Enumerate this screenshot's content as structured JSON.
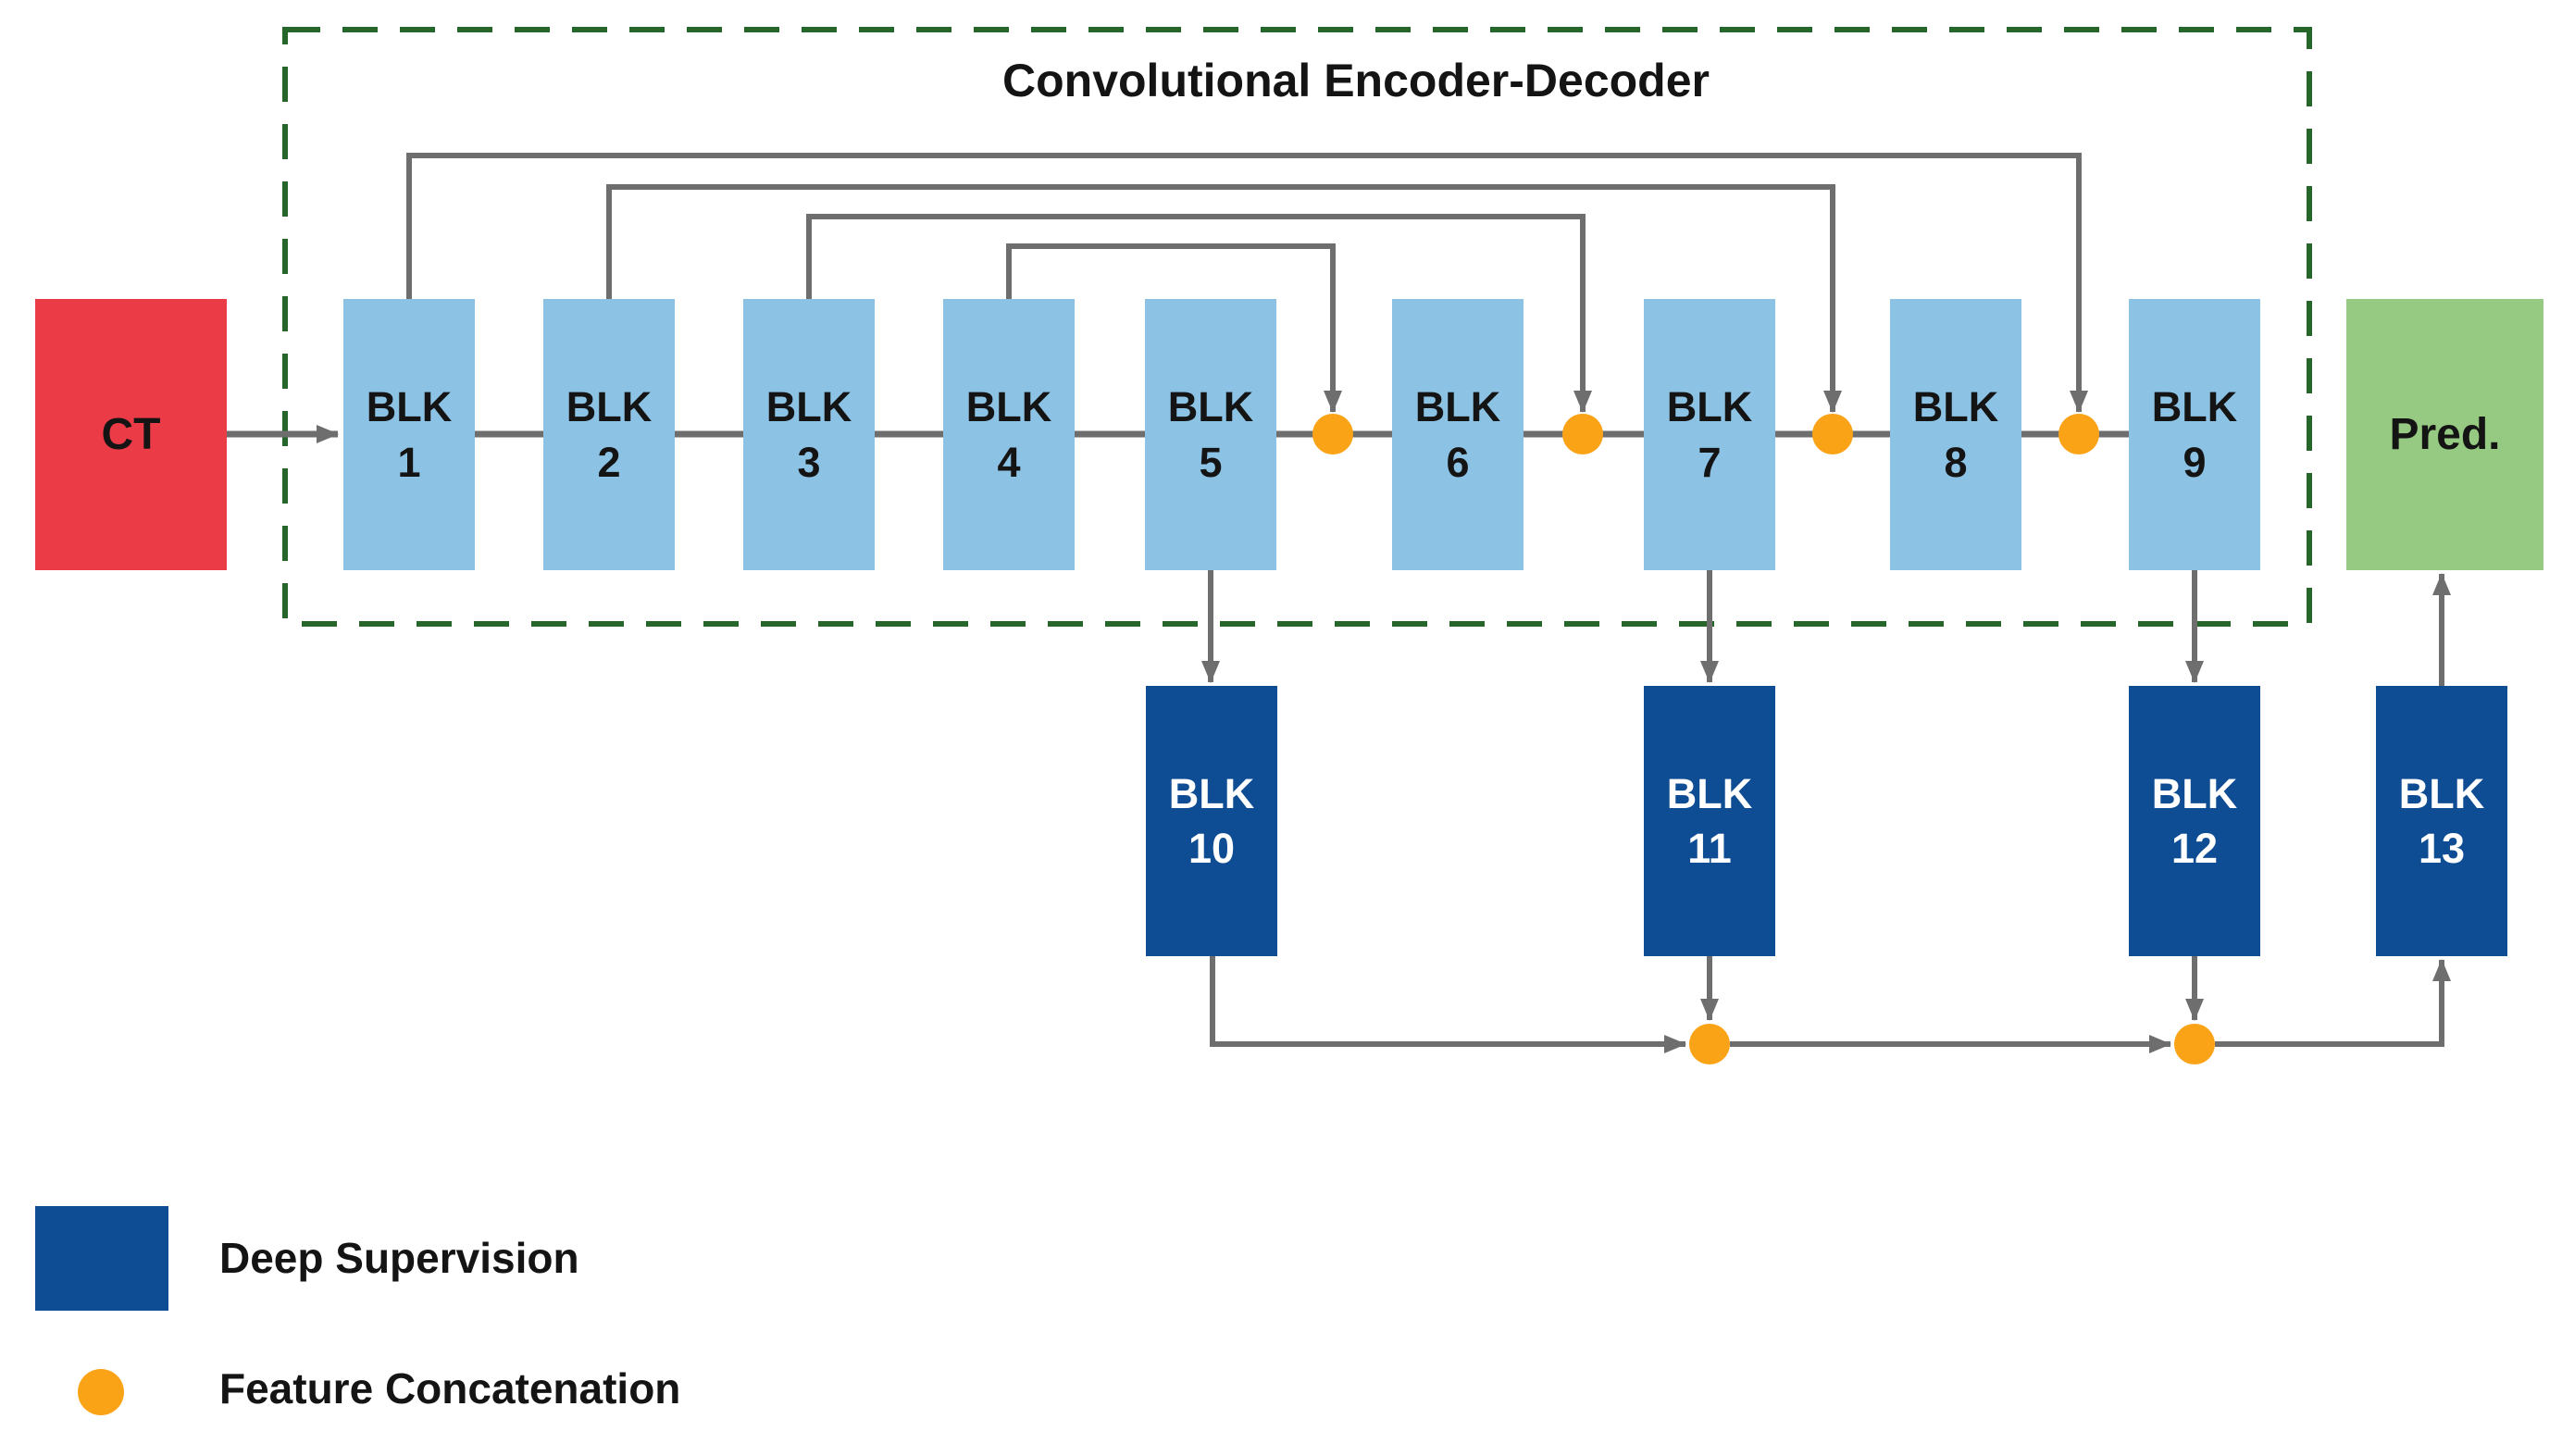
{
  "title": "Convolutional Encoder-Decoder",
  "input": {
    "label": "CT"
  },
  "output": {
    "label": "Pred."
  },
  "blocks": {
    "word": "BLK",
    "encoder_decoder": [
      "1",
      "2",
      "3",
      "4",
      "5",
      "6",
      "7",
      "8",
      "9"
    ],
    "deep_supervision": [
      "10",
      "11",
      "12",
      "13"
    ]
  },
  "connections": {
    "skip": [
      {
        "from": "BLK 1",
        "to": "concat before BLK 9"
      },
      {
        "from": "BLK 2",
        "to": "concat before BLK 8"
      },
      {
        "from": "BLK 3",
        "to": "concat before BLK 7"
      },
      {
        "from": "BLK 4",
        "to": "concat before BLK 6"
      }
    ],
    "deep_supervision_taps": [
      {
        "from": "BLK 5",
        "to": "BLK 10"
      },
      {
        "from": "BLK 7",
        "to": "BLK 11"
      },
      {
        "from": "BLK 9",
        "to": "BLK 12"
      }
    ],
    "aggregation": "BLK 10 -> concat -> concat -> BLK 13 -> Pred."
  },
  "legend": {
    "deep_supervision": "Deep Supervision",
    "feature_concatenation": "Feature Concatenation"
  },
  "colors": {
    "red": "#EA3B46",
    "light_blue": "#8CC2E4",
    "navy": "#0E4D94",
    "green": "#96CA82",
    "orange": "#FBA317",
    "line": "#6E6E6E",
    "dashed": "#27662A",
    "ink": "#141414",
    "paper": "#FFFFFF"
  }
}
